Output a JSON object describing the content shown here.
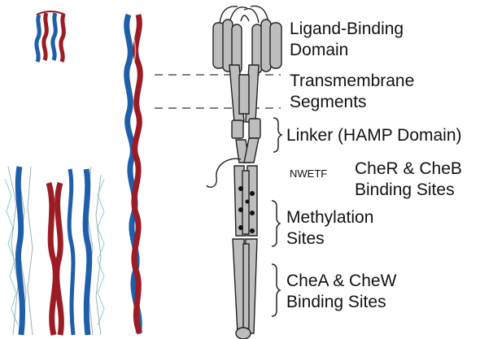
{
  "labels": {
    "ligand_binding_line1": "Ligand-Binding",
    "ligand_binding_line2": "Domain",
    "transmembrane_line1": "Transmembrane",
    "transmembrane_line2": "Segments",
    "linker": "Linker (HAMP Domain)",
    "nwetf": "NWETF",
    "cher_cheb_line1": "CheR & CheB",
    "cher_cheb_line2": "Binding Sites",
    "methylation_line1": "Methylation",
    "methylation_line2": "Sites",
    "chea_chew_line1": "CheA & CheW",
    "chea_chew_line2": "Binding Sites"
  },
  "colors": {
    "helix_blue": "#1f5ea8",
    "helix_red": "#9b1c24",
    "cylinder_fill": "#bdbdbd",
    "cylinder_stroke": "#222222",
    "sidechain_gray": "#8fa8b0",
    "sidechain_teal": "#6cc0c4"
  }
}
